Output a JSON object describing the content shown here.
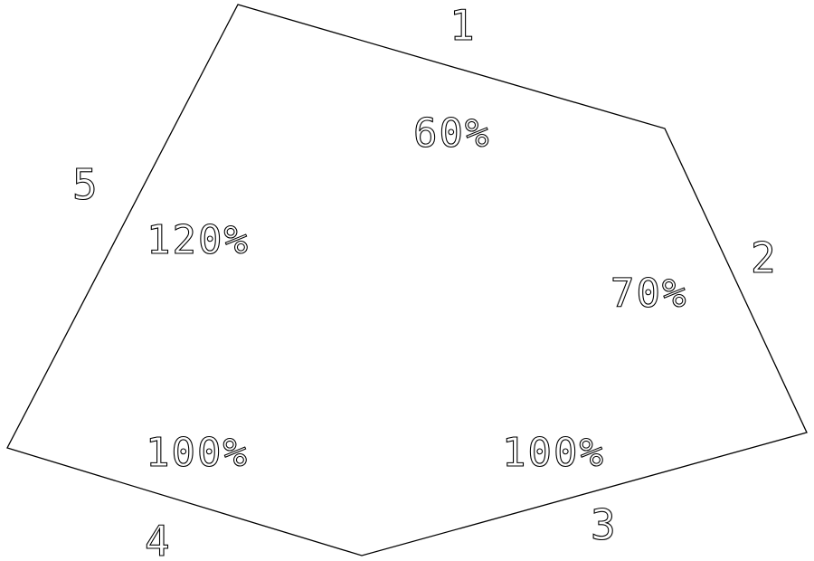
{
  "edges": [
    {
      "label": "1",
      "percent": "60%"
    },
    {
      "label": "2",
      "percent": "70%"
    },
    {
      "label": "3",
      "percent": "100%"
    },
    {
      "label": "4",
      "percent": "100%"
    },
    {
      "label": "5",
      "percent": "120%"
    }
  ],
  "colors": {
    "line": "#000000",
    "background": "#ffffff"
  }
}
